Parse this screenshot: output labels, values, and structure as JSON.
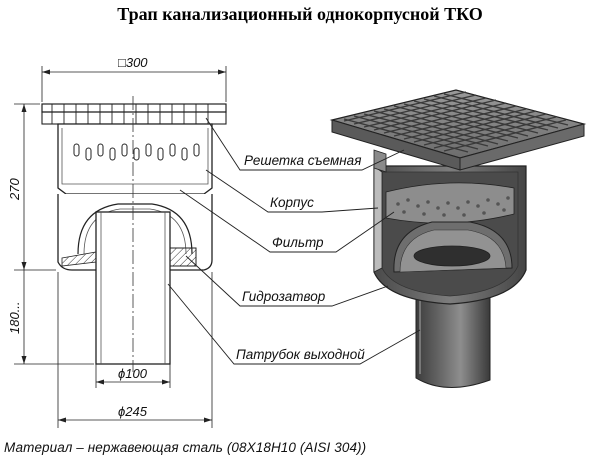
{
  "title": "Трап канализационный однокорпусной ТКО",
  "dimensions": {
    "width": "□300",
    "height": "270",
    "lower": "180...",
    "pipe_diameter": "ϕ100",
    "body_diameter": "ϕ245"
  },
  "callouts": [
    {
      "id": "grate",
      "label": "Решетка съемная"
    },
    {
      "id": "body",
      "label": "Корпус"
    },
    {
      "id": "filter",
      "label": "Фильтр"
    },
    {
      "id": "water-seal",
      "label": "Гидрозатвор"
    },
    {
      "id": "outlet",
      "label": "Патрубок выходной"
    }
  ],
  "material_note": "Материал – нержавеющая сталь (08Х18Н10 (AISI 304))"
}
